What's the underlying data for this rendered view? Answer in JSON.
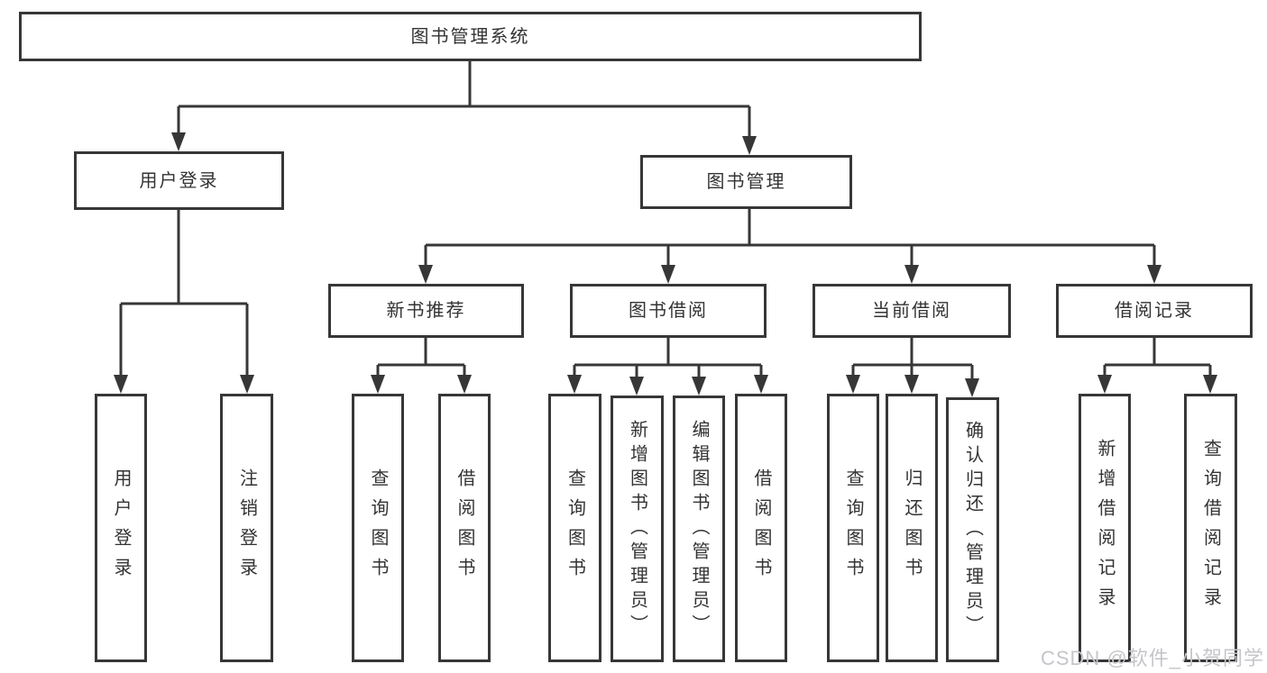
{
  "tree": {
    "root": {
      "label": "图书管理系统"
    },
    "user_login": {
      "label": "用户登录",
      "children": [
        "用户登录",
        "注销登录"
      ]
    },
    "book_mgmt": {
      "label": "图书管理"
    },
    "new_books": {
      "label": "新书推荐",
      "children": [
        "查询图书",
        "借阅图书"
      ]
    },
    "borrowing": {
      "label": "图书借阅",
      "children": [
        "查询图书",
        "新增图书（管理员）",
        "编辑图书（管理员）",
        "借阅图书"
      ]
    },
    "current": {
      "label": "当前借阅",
      "children": [
        "查询图书",
        "归还图书",
        "确认归还（管理员）"
      ]
    },
    "records": {
      "label": "借阅记录",
      "children": [
        "新增借阅记录",
        "查询借阅记录"
      ]
    }
  },
  "watermark": "CSDN @软件_小贺同学",
  "colors": {
    "line": "#373737",
    "border": "#373737",
    "text": "#333333",
    "box_background": "#ffffff",
    "page_background": "#ffffff",
    "watermark": "#c5c5ca"
  }
}
